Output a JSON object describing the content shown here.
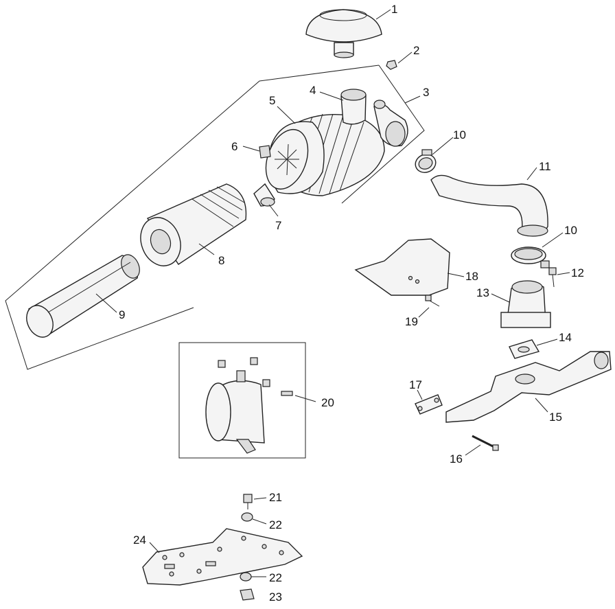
{
  "callouts": [
    {
      "id": "c1",
      "text": "1"
    },
    {
      "id": "c2",
      "text": "2"
    },
    {
      "id": "c3",
      "text": "3"
    },
    {
      "id": "c4",
      "text": "4"
    },
    {
      "id": "c5",
      "text": "5"
    },
    {
      "id": "c6",
      "text": "6"
    },
    {
      "id": "c7",
      "text": "7"
    },
    {
      "id": "c8",
      "text": "8"
    },
    {
      "id": "c9",
      "text": "9"
    },
    {
      "id": "c10a",
      "text": "10"
    },
    {
      "id": "c10b",
      "text": "10"
    },
    {
      "id": "c11",
      "text": "11"
    },
    {
      "id": "c12",
      "text": "12"
    },
    {
      "id": "c13",
      "text": "13"
    },
    {
      "id": "c14",
      "text": "14"
    },
    {
      "id": "c15",
      "text": "15"
    },
    {
      "id": "c16",
      "text": "16"
    },
    {
      "id": "c17",
      "text": "17"
    },
    {
      "id": "c18",
      "text": "18"
    },
    {
      "id": "c19",
      "text": "19"
    },
    {
      "id": "c20",
      "text": "20"
    },
    {
      "id": "c21",
      "text": "21"
    },
    {
      "id": "c22a",
      "text": "22"
    },
    {
      "id": "c22b",
      "text": "22"
    },
    {
      "id": "c23",
      "text": "23"
    },
    {
      "id": "c24",
      "text": "24"
    }
  ]
}
